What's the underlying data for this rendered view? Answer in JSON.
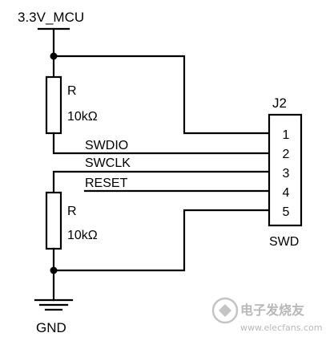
{
  "power": {
    "label": "3.3V_MCU"
  },
  "ground": {
    "label": "GND"
  },
  "resistor_top": {
    "name": "R",
    "value": "10kΩ"
  },
  "resistor_bottom": {
    "name": "R",
    "value": "10kΩ"
  },
  "connector": {
    "ref": "J2",
    "name": "SWD",
    "pins": [
      "1",
      "2",
      "3",
      "4",
      "5"
    ]
  },
  "signals": {
    "swdio": "SWDIO",
    "swclk": "SWCLK",
    "reset": "RESET"
  },
  "watermark": {
    "text_cn": "电子发烧友",
    "url": "www.elecfans.com"
  }
}
